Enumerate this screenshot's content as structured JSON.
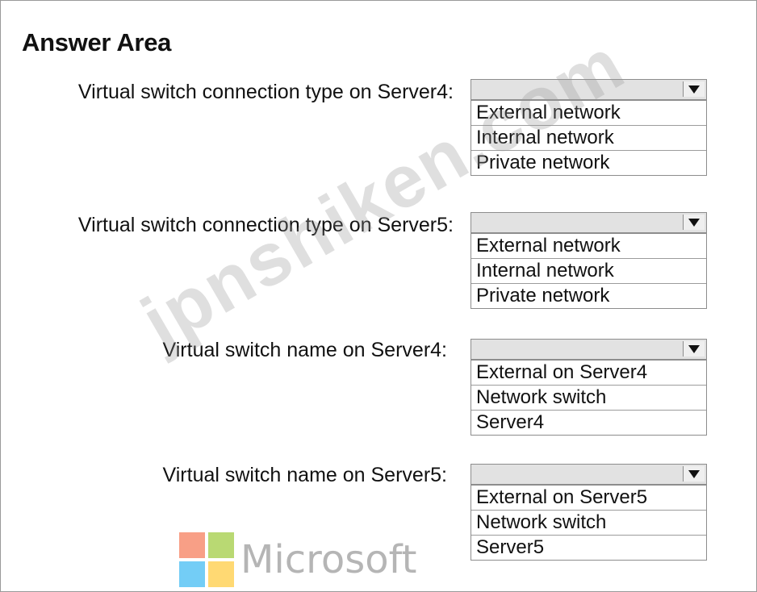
{
  "title": "Answer Area",
  "rows": [
    {
      "label": "Virtual switch connection type on Server4:",
      "options": [
        "External network",
        "Internal network",
        "Private network"
      ]
    },
    {
      "label": "Virtual switch connection type on Server5:",
      "options": [
        "External network",
        "Internal network",
        "Private network"
      ]
    },
    {
      "label": "Virtual switch name on Server4:",
      "options": [
        "External on Server4",
        "Network switch",
        "Server4"
      ]
    },
    {
      "label": "Virtual switch name on Server5:",
      "options": [
        "External on Server5",
        "Network switch",
        "Server5"
      ]
    }
  ],
  "watermark": "jpnshiken.com",
  "logo": {
    "text": "Microsoft",
    "colors": [
      "#f25022",
      "#7fba00",
      "#00a4ef",
      "#ffb900"
    ]
  },
  "colors": {
    "dropdown_header": "#e2e2e2",
    "border": "#8d8d8d"
  }
}
